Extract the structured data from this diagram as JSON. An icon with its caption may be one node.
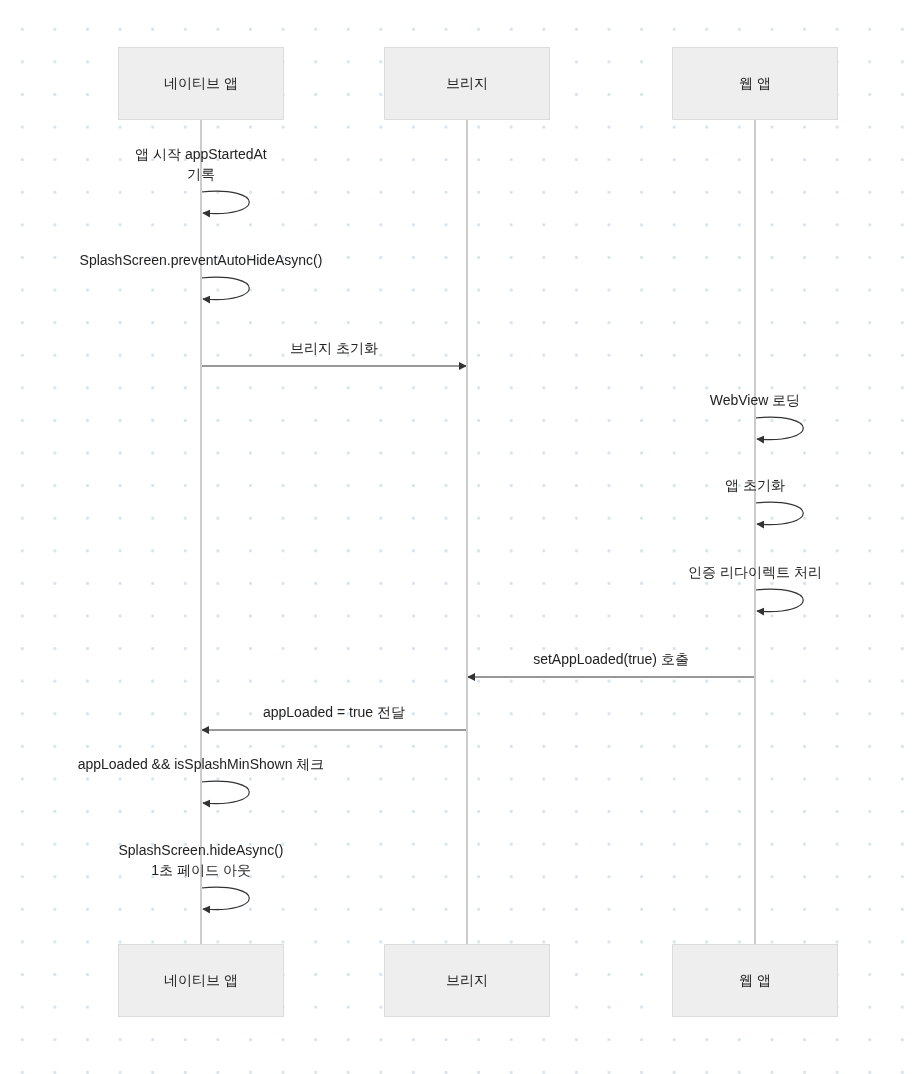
{
  "diagram": {
    "nodes": [
      {
        "text": [
          "네이티브 앱"
        ]
      },
      {
        "text": [
          "브리지"
        ]
      },
      {
        "text": [
          "웹 앱"
        ]
      },
      {
        "text": [
          "네이티브 앱"
        ]
      },
      {
        "text": [
          "브리지"
        ]
      },
      {
        "text": [
          "웹 앱"
        ]
      },
      {
        "text": [],
        "shape": "line"
      },
      {
        "text": [],
        "shape": "line"
      },
      {
        "text": [],
        "shape": "line"
      }
    ],
    "edges": [
      {
        "from": 6,
        "to": 6,
        "arrow": "to",
        "label": "앱 시작 appStartedAt 기록"
      },
      {
        "from": 6,
        "to": 6,
        "arrow": "to",
        "label": "SplashScreen.preventAutoHideAsync()"
      },
      {
        "from": 6,
        "to": 7,
        "arrow": "to",
        "label": "브리지 초기화"
      },
      {
        "from": 8,
        "to": 8,
        "arrow": "to",
        "label": "WebView 로딩"
      },
      {
        "from": 8,
        "to": 8,
        "arrow": "to",
        "label": "앱 초기화"
      },
      {
        "from": 8,
        "to": 8,
        "arrow": "to",
        "label": "인증 리다이렉트 처리"
      },
      {
        "from": 8,
        "to": 7,
        "arrow": "to",
        "label": "setAppLoaded(true) 호출"
      },
      {
        "from": 7,
        "to": 6,
        "arrow": "to",
        "label": "appLoaded = true 전달"
      },
      {
        "from": 6,
        "to": 6,
        "arrow": "to",
        "label": "appLoaded && isSplashMinShown 체크"
      },
      {
        "from": 6,
        "to": 6,
        "arrow": "to",
        "label": "SplashScreen.hideAsync() 1초 페이드 아웃"
      }
    ]
  }
}
